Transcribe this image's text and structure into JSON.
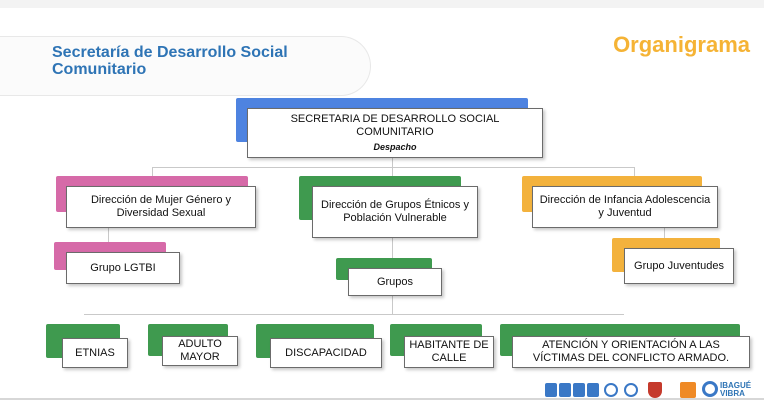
{
  "header": {
    "title": "Secretaría de Desarrollo Social Comunitario",
    "label": "Organigrama"
  },
  "chart": {
    "root": {
      "title": "SECRETARIA DE DESARROLLO SOCIAL COMUNITARIO",
      "subtitle": "Despacho"
    },
    "directions": {
      "mujer": "Dirección de Mujer Género y Diversidad Sexual",
      "etnicos": "Dirección de Grupos Étnicos y Población Vulnerable",
      "infancia": "Dirección de Infancia Adolescencia y Juventud"
    },
    "subgroups": {
      "lgtbi": "Grupo LGTBI",
      "grupos": "Grupos",
      "juventudes": "Grupo Juventudes"
    },
    "groups": {
      "etnias": "ETNIAS",
      "adulto_mayor": "ADULTO MAYOR",
      "discapacidad": "DISCAPACIDAD",
      "habitante_calle": "HABITANTE DE CALLE",
      "victimas": "ATENCIÓN Y ORIENTACIÓN A LAS VÍCTIMAS DEL CONFLICTO ARMADO."
    }
  },
  "footer": {
    "brand_text": "IBAGUÉ VIBRA"
  },
  "colors": {
    "accent_blue": "#2e74b5",
    "accent_orange": "#f5b335",
    "pink": "#d66aa8",
    "green": "#3f9a4f",
    "blue": "#4e83e0",
    "orange": "#f3b23d"
  }
}
